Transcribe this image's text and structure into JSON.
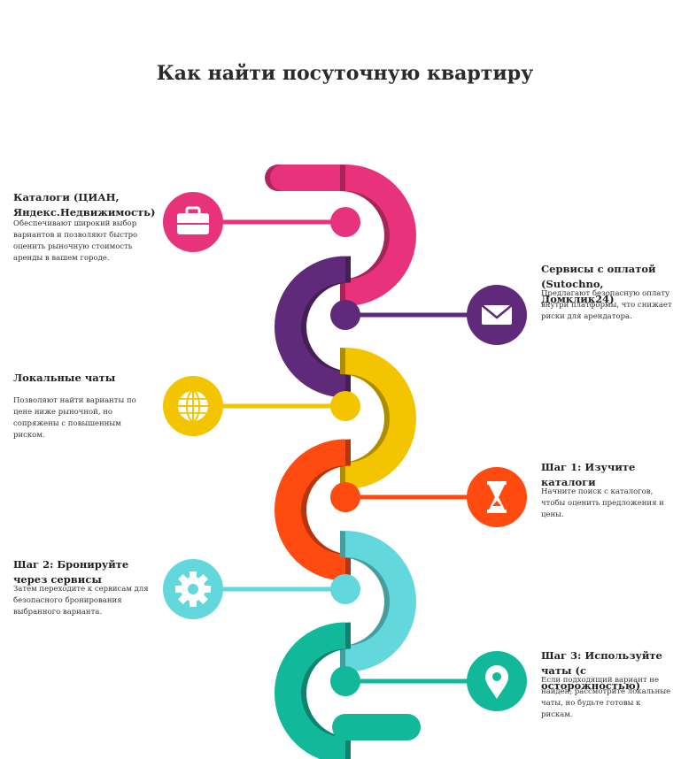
{
  "title": "Как найти посуточную квартиру",
  "colors": {
    "pink": "#e8327c",
    "purple": "#5f2a7a",
    "yellow": "#f2c500",
    "orange": "#ff4a10",
    "cyan": "#63d8dc",
    "teal": "#11b99a"
  },
  "steps": [
    {
      "title": "Каталоги (ЦИАН, Яндекс.Недвижимость)",
      "desc": "Обеспечивают широкий выбор вариантов и позволяют быстро оценить рыночную стоимость аренды в вашем городе.",
      "icon": "briefcase-icon",
      "color": "#e8327c"
    },
    {
      "title": "Сервисы с оплатой (Sutochno, Домклик24)",
      "desc": "Предлагают безопасную оплату внутри платформы, что снижает риски для арендатора.",
      "icon": "mail-icon",
      "color": "#5f2a7a"
    },
    {
      "title": "Локальные чаты",
      "desc": "Позволяют найти варианты по цене ниже рыночной, но сопряжены с повышенным риском.",
      "icon": "globe-icon",
      "color": "#f2c500"
    },
    {
      "title": "Шаг 1: Изучите каталоги",
      "desc": "Начните поиск с каталогов, чтобы оценить предложения и цены.",
      "icon": "hourglass-icon",
      "color": "#ff4a10"
    },
    {
      "title": "Шаг 2: Бронируйте через сервисы",
      "desc": "Затем переходите к сервисам для безопасного бронирования выбранного варианта.",
      "icon": "gear-icon",
      "color": "#63d8dc"
    },
    {
      "title": "Шаг 3: Используйте чаты (с осторожностью)",
      "desc": "Если подходящий вариант не найден, рассмотрите локальные чаты, но будьте готовы к рискам.",
      "icon": "location-pin-icon",
      "color": "#11b99a"
    }
  ]
}
